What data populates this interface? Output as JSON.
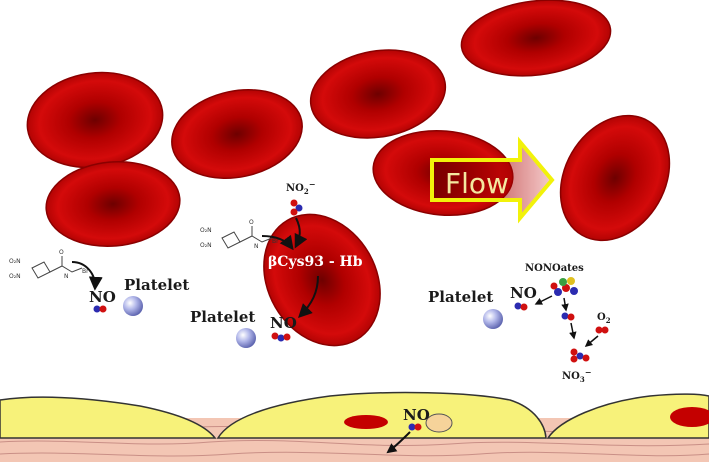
{
  "labels": {
    "flow": "Flow",
    "platelet_left": "Platelet",
    "no_left": "NO",
    "no2": "NO",
    "no2_sub": "2",
    "no2_sup": "−",
    "hb": "βCys93 - Hb",
    "platelet_mid": "Platelet",
    "no_mid": "NO",
    "platelet_right": "Platelet",
    "no_right": "NO",
    "nonoates": "NONOates",
    "o2": "O",
    "o2_sub": "2",
    "no3": "NO",
    "no3_sub": "3",
    "no3_sup": "−",
    "no_endo": "NO"
  },
  "colors": {
    "rbc": "#c40000",
    "rbc_dark": "#7a0000",
    "endothelium": "#f7f27a",
    "smooth_muscle": "#f3c6b4",
    "platelet": "#8f95d6",
    "flow_arrow": "#f2f20a"
  }
}
